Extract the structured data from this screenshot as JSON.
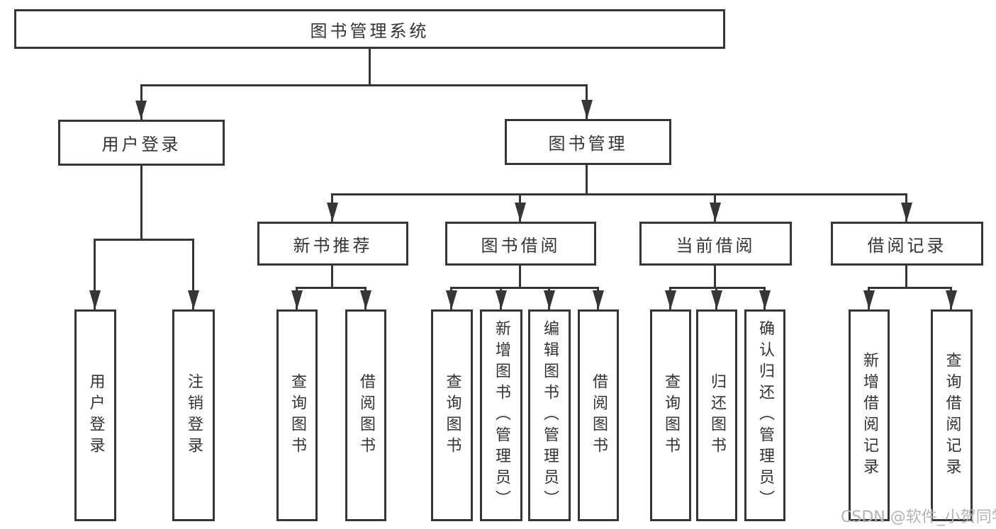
{
  "colors": {
    "line": "#363636",
    "text": "#333333",
    "watermark": "#b3b3b3",
    "background": "#ffffff"
  },
  "watermark": {
    "text": "CSDN @软件_小贺同学"
  },
  "tree": {
    "root": {
      "label": "图书管理系统",
      "children": [
        {
          "label": "用户登录",
          "children": [
            {
              "label": "用户登录"
            },
            {
              "label": "注销登录"
            }
          ]
        },
        {
          "label": "图书管理",
          "children": [
            {
              "label": "新书推荐",
              "children": [
                {
                  "label": "查询图书"
                },
                {
                  "label": "借阅图书"
                }
              ]
            },
            {
              "label": "图书借阅",
              "children": [
                {
                  "label": "查询图书"
                },
                {
                  "label": "新增图书（管理员）"
                },
                {
                  "label": "编辑图书（管理员）"
                },
                {
                  "label": "借阅图书"
                }
              ]
            },
            {
              "label": "当前借阅",
              "children": [
                {
                  "label": "查询图书"
                },
                {
                  "label": "归还图书"
                },
                {
                  "label": "确认归还（管理员）"
                }
              ]
            },
            {
              "label": "借阅记录",
              "children": [
                {
                  "label": "新增借阅记录"
                },
                {
                  "label": "查询借阅记录"
                }
              ]
            }
          ]
        }
      ]
    }
  }
}
